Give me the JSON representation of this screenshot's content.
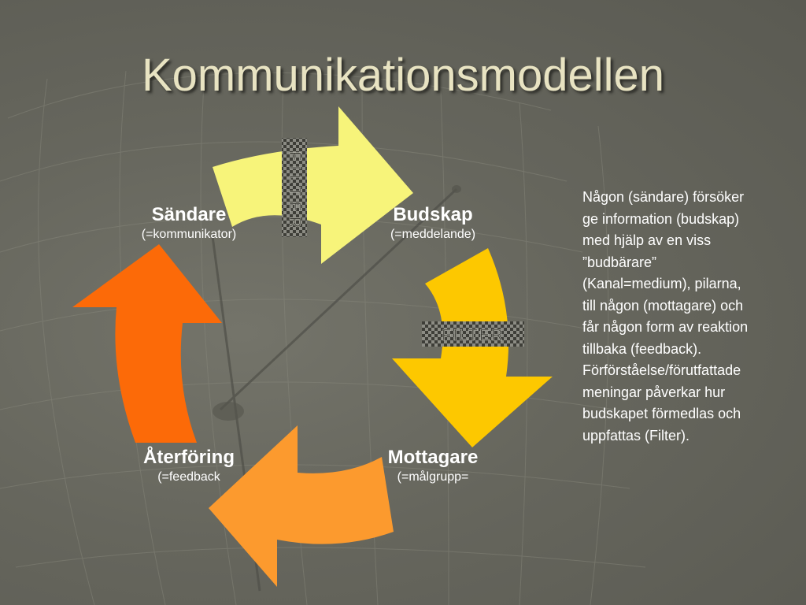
{
  "slide": {
    "title": "Kommunikationsmodellen"
  },
  "nodes": [
    {
      "name": "Sändare",
      "sub": "(=kommunikator)"
    },
    {
      "name": "Budskap",
      "sub": "(=meddelande)"
    },
    {
      "name": "Mottagare",
      "sub": "(=målgrupp="
    },
    {
      "name": "Återföring",
      "sub": "(=feedback"
    }
  ],
  "filters": [
    {
      "label": "FILTER"
    },
    {
      "label": "FILTER"
    }
  ],
  "description": {
    "lines": [
      "Någon (sändare) försöker",
      "ge information (budskap)",
      "med hjälp av en viss",
      "”budbärare”",
      "(Kanal=medium), pilarna,",
      "till någon (mottagare) och",
      "får någon form av reaktion",
      "tillbaka (feedback).",
      "Förförståelse/förutfattade",
      "meningar påverkar hur",
      "budskapet förmedlas och",
      "uppfattas (Filter)."
    ]
  },
  "colors": {
    "arrow_top": "#f7f47a",
    "arrow_right": "#fdc800",
    "arrow_bottom": "#fc9a2e",
    "arrow_left": "#fc6a08",
    "title_text": "#e8e3c2",
    "background": "#6b6b62"
  }
}
